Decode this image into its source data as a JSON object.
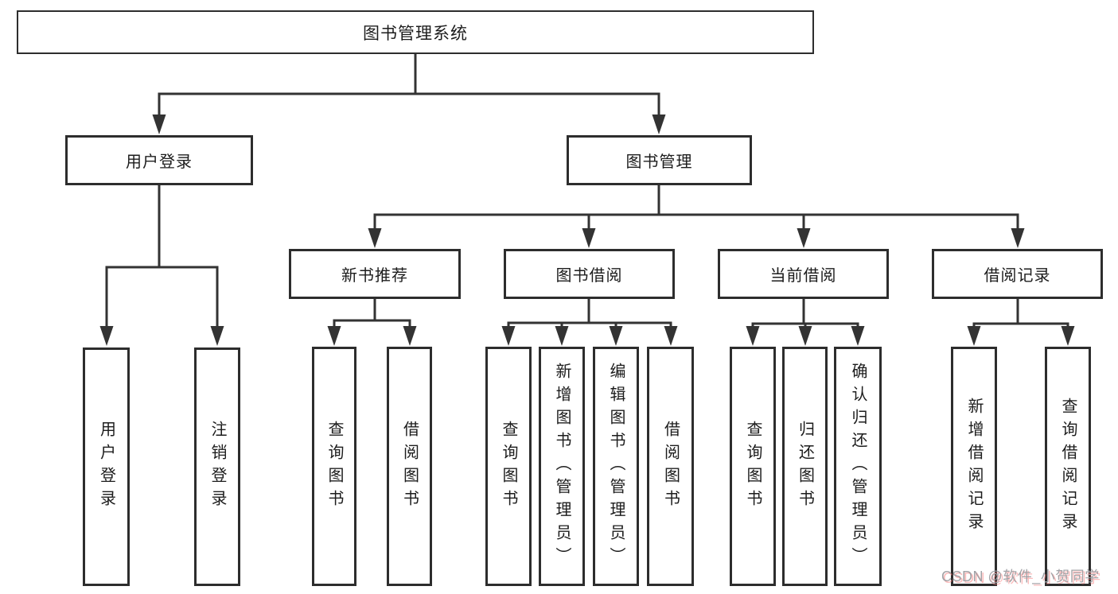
{
  "diagram": {
    "title": "图书管理系统",
    "branches": [
      {
        "label": "用户登录",
        "children": [
          {
            "label": "用户登录"
          },
          {
            "label": "注销登录"
          }
        ]
      },
      {
        "label": "图书管理",
        "children": [
          {
            "label": "新书推荐",
            "children": [
              {
                "label": "查询图书"
              },
              {
                "label": "借阅图书"
              }
            ]
          },
          {
            "label": "图书借阅",
            "children": [
              {
                "label": "查询图书"
              },
              {
                "label": "新增图书（管理员）"
              },
              {
                "label": "编辑图书（管理员）"
              },
              {
                "label": "借阅图书"
              }
            ]
          },
          {
            "label": "当前借阅",
            "children": [
              {
                "label": "查询图书"
              },
              {
                "label": "归还图书"
              },
              {
                "label": "确认归还（管理员）"
              }
            ]
          },
          {
            "label": "借阅记录",
            "children": [
              {
                "label": "新增借阅记录"
              },
              {
                "label": "查询借阅记录"
              }
            ]
          }
        ]
      }
    ]
  },
  "watermark": {
    "text": "CSDN @软件_小贺同学"
  },
  "colors": {
    "line": "#333333",
    "box_border": "#2d2d2d",
    "text": "#1c1c1c",
    "watermark_gray": "#a2a2a6",
    "watermark_shadow": "#fa7878"
  }
}
